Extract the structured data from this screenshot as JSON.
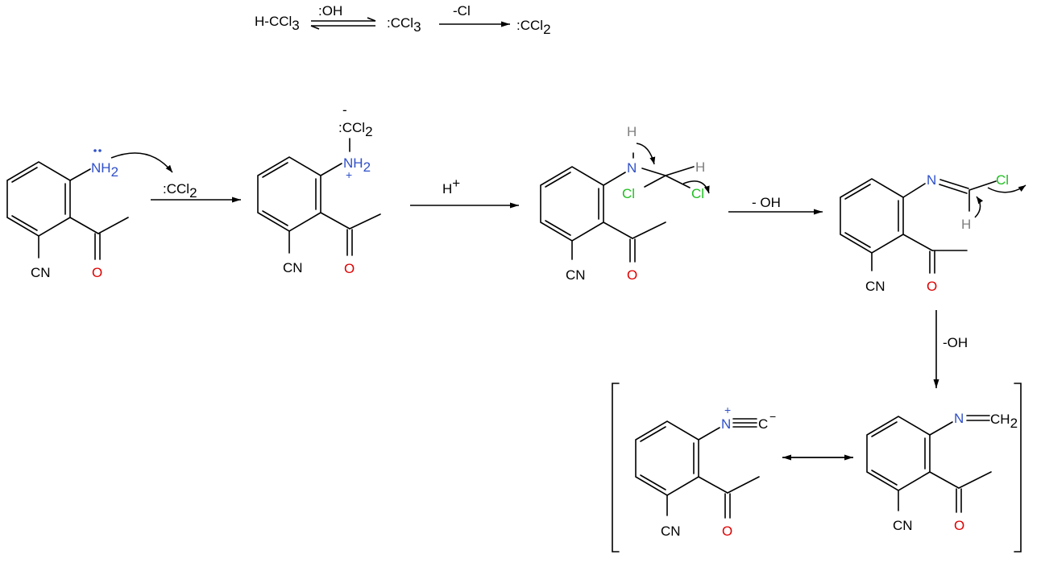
{
  "colors": {
    "bond": "#000000",
    "nitrogen": "#3050c8",
    "oxygen": "#e00000",
    "chlorine": "#1fbf1f",
    "hydrogen": "#808080"
  },
  "top_equation": {
    "reactant": "H-CCl",
    "reactant_sub": "3",
    "equilibrium_reagent": ":OH",
    "intermediate": ":CCl",
    "intermediate_sub": "3",
    "elimination_reagent": "-Cl",
    "product": ":CCl",
    "product_sub": "2"
  },
  "labels": {
    "nitrile": "CN",
    "oxygen": "O",
    "amine": "NH",
    "amine_sub": "2",
    "nitrogen": "N",
    "plus": "+",
    "minus": "-",
    "minus_super": "−",
    "dichlorocarbene": ":CCl",
    "dichlorocarbene_sub": "2",
    "chlorine": "Cl",
    "hydrogen": "H",
    "isocyanide_carbon": "C",
    "methylene": "CH",
    "methylene_sub": "2"
  },
  "arrows": {
    "step1_reagent": ":CCl",
    "step1_reagent_sub": "2",
    "step2_reagent": "H",
    "step2_reagent_super": "+",
    "step3_reagent": "- OH",
    "step4_reagent": "-OH"
  }
}
